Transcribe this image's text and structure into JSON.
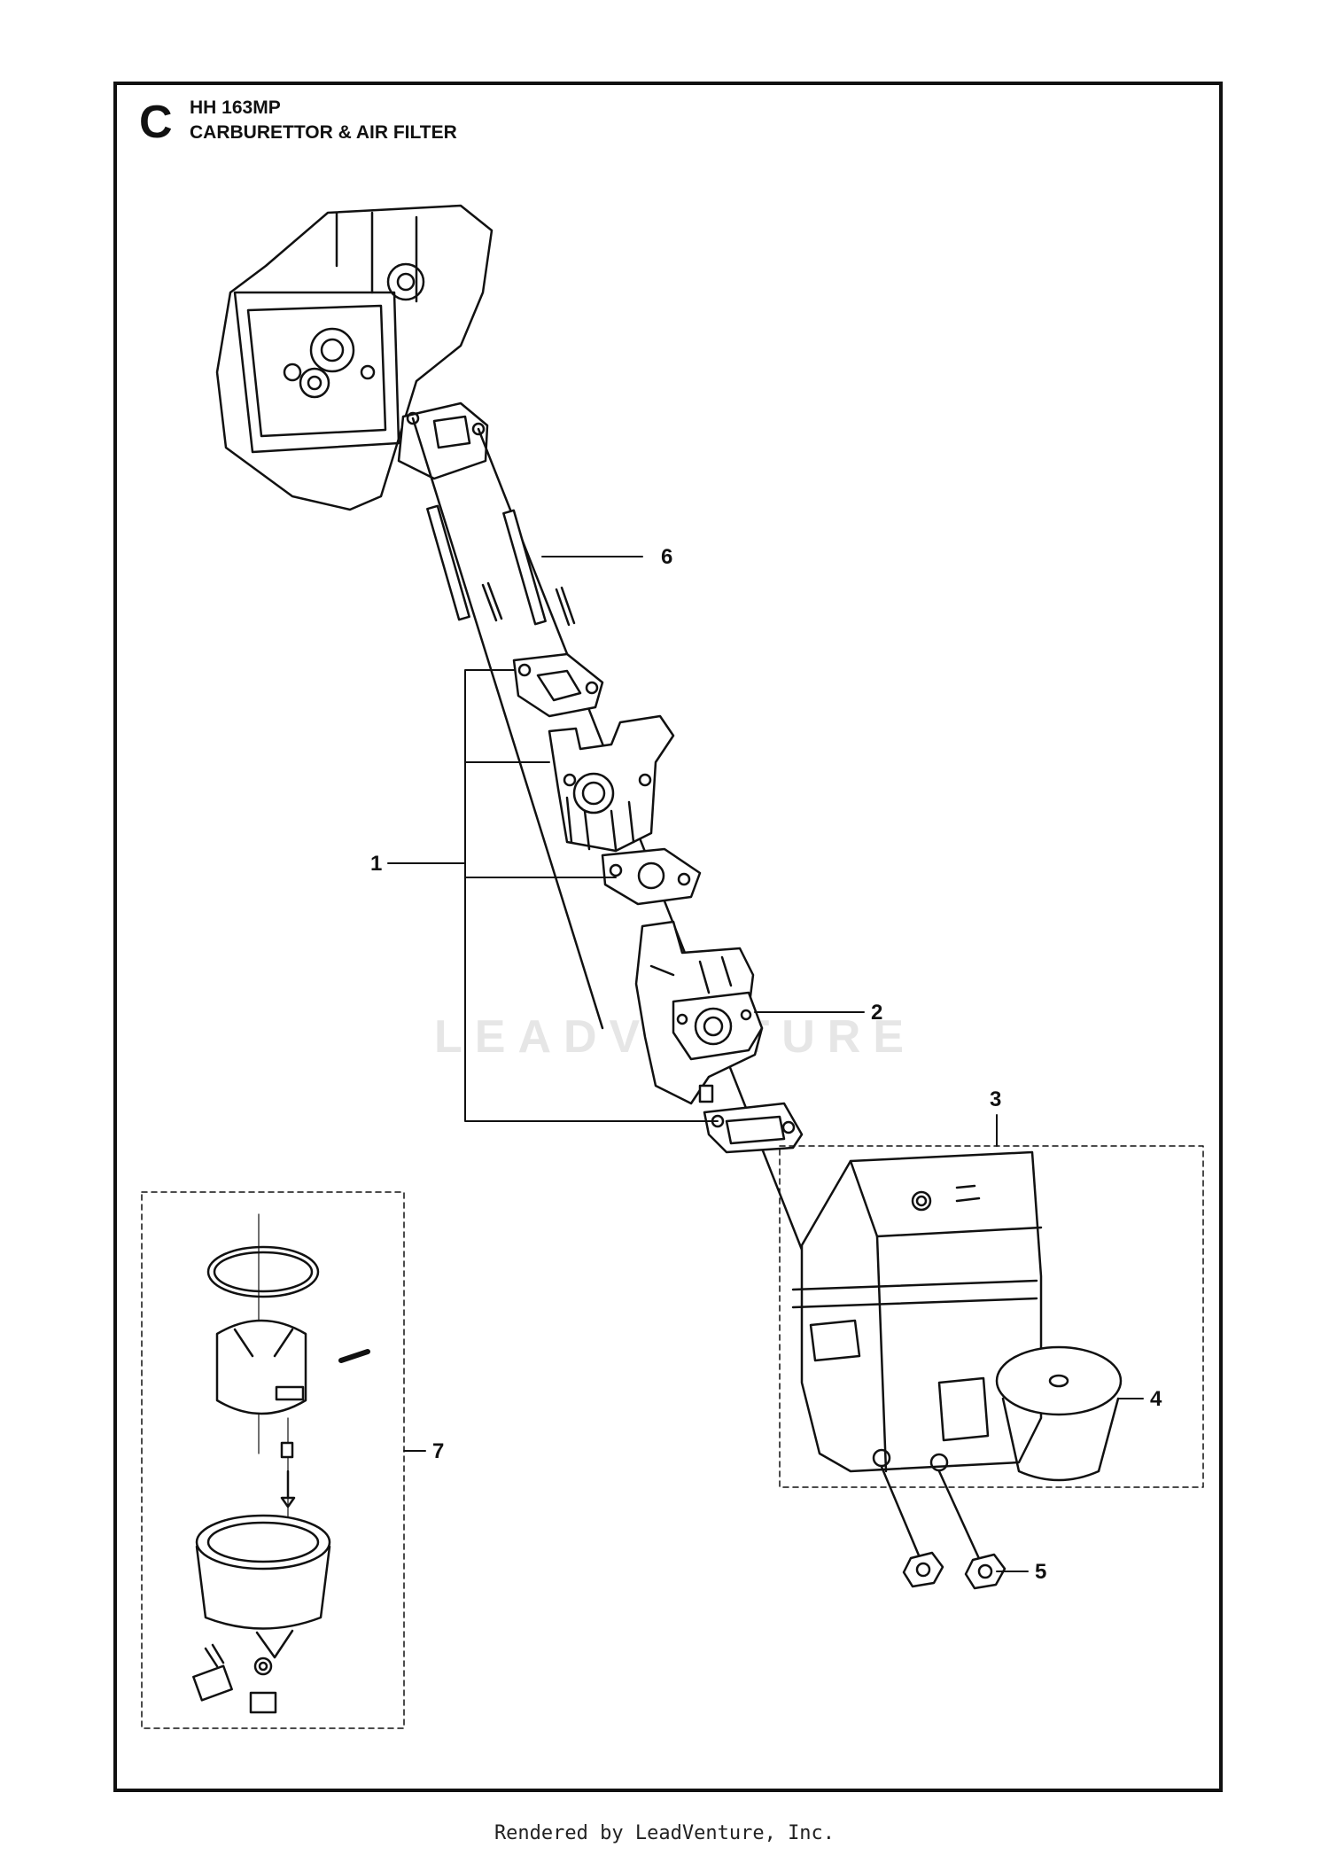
{
  "header": {
    "section_letter": "C",
    "model": "HH 163MP",
    "title": "CARBURETTOR & AIR FILTER"
  },
  "callouts": {
    "c1": "1",
    "c2": "2",
    "c3": "3",
    "c4": "4",
    "c5": "5",
    "c6": "6",
    "c7": "7"
  },
  "watermark": "LEADVENTURE",
  "footer": "Rendered by LeadVenture, Inc.",
  "colors": {
    "line": "#111111",
    "watermark": "#e6e6e6",
    "background": "#ffffff"
  }
}
